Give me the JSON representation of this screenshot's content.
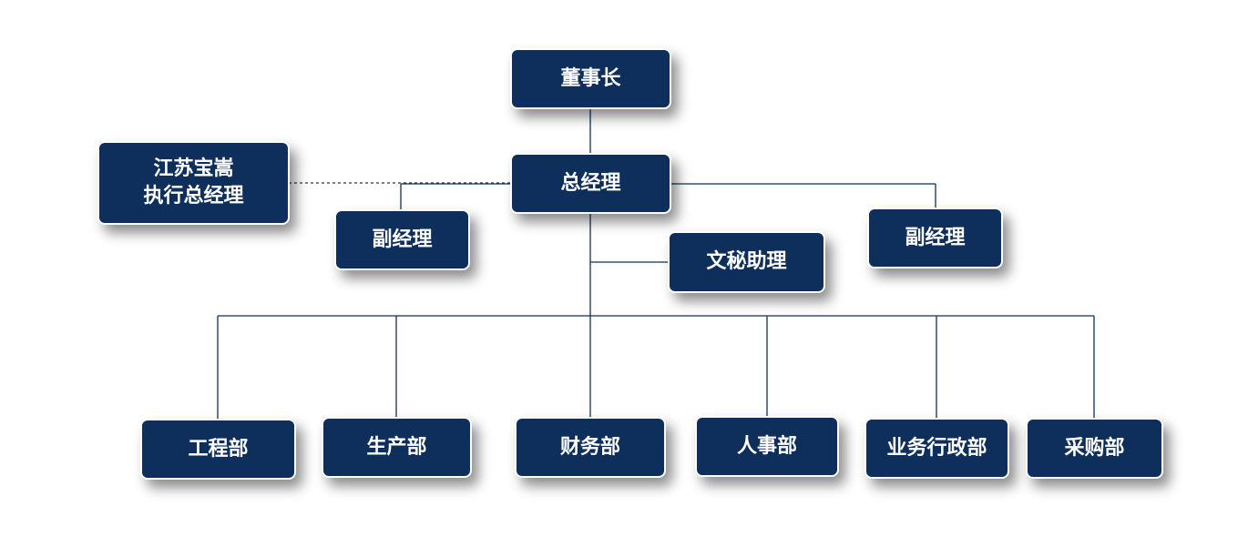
{
  "nodes": {
    "chairman": "董事长",
    "general_manager": "总经理",
    "exec_gm_line1": "江苏宝嵩",
    "exec_gm_line2": "执行总经理",
    "deputy_manager_left": "副经理",
    "deputy_manager_right": "副经理",
    "secretary_assistant": "文秘助理",
    "departments": {
      "engineering": "工程部",
      "production": "生产部",
      "finance": "财务部",
      "hr": "人事部",
      "business_admin": "业务行政部",
      "procurement": "采购部"
    }
  },
  "colors": {
    "box_fill": "#0e2f5b",
    "box_text": "#ffffff",
    "line": "#0e2f5b"
  }
}
